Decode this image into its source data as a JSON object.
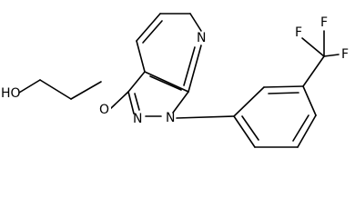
{
  "molecule": {
    "atoms": {
      "hydroxyl": "HO",
      "ether_oxygen": "O",
      "pyridine_nitrogen": "N",
      "pyrazole_n1": "N",
      "pyrazole_n2": "N",
      "fluorine_1": "F",
      "fluorine_2": "F",
      "fluorine_3": "F"
    }
  }
}
